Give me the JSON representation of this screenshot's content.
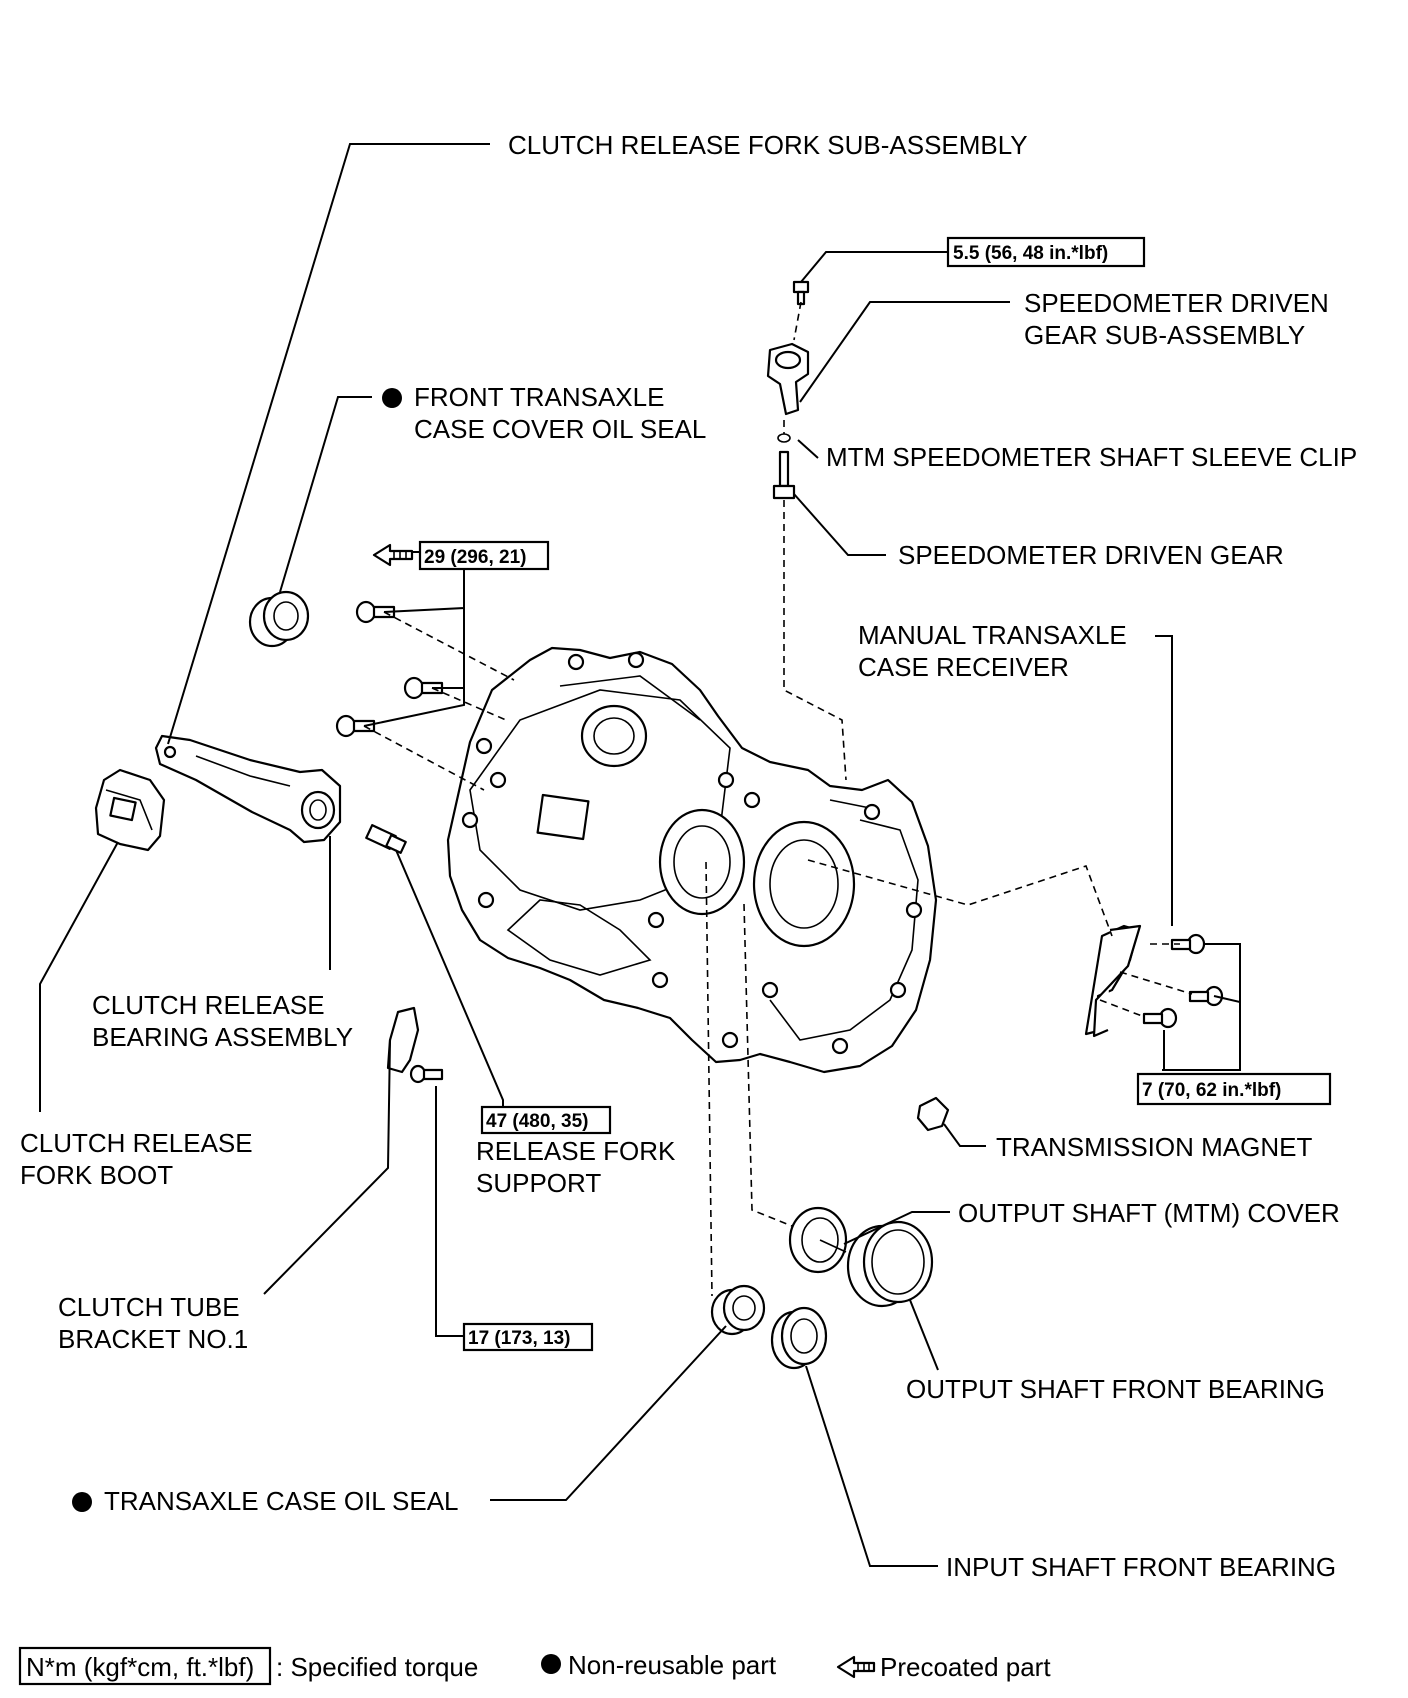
{
  "labels": {
    "clutch_release_fork_sub_assembly": "CLUTCH RELEASE FORK SUB-ASSEMBLY",
    "speedometer_driven_gear_sub_assembly_1": "SPEEDOMETER DRIVEN",
    "speedometer_driven_gear_sub_assembly_2": "GEAR SUB-ASSEMBLY",
    "front_transaxle_case_cover_oil_seal_1": "FRONT TRANSAXLE",
    "front_transaxle_case_cover_oil_seal_2": "CASE COVER OIL SEAL",
    "mtm_speedometer_shaft_sleeve_clip": "MTM SPEEDOMETER SHAFT SLEEVE CLIP",
    "speedometer_driven_gear": "SPEEDOMETER DRIVEN GEAR",
    "manual_transaxle_case_receiver_1": "MANUAL TRANSAXLE",
    "manual_transaxle_case_receiver_2": "CASE RECEIVER",
    "clutch_release_bearing_assembly_1": "CLUTCH RELEASE",
    "clutch_release_bearing_assembly_2": "BEARING ASSEMBLY",
    "clutch_release_fork_boot_1": "CLUTCH RELEASE",
    "clutch_release_fork_boot_2": "FORK BOOT",
    "release_fork_support_1": "RELEASE FORK",
    "release_fork_support_2": "SUPPORT",
    "transmission_magnet": "TRANSMISSION MAGNET",
    "output_shaft_mtm_cover": "OUTPUT SHAFT (MTM) COVER",
    "clutch_tube_bracket_no1_1": "CLUTCH TUBE",
    "clutch_tube_bracket_no1_2": "BRACKET NO.1",
    "output_shaft_front_bearing": "OUTPUT SHAFT FRONT BEARING",
    "transaxle_case_oil_seal": "TRANSAXLE CASE OIL SEAL",
    "input_shaft_front_bearing": "INPUT SHAFT FRONT BEARING"
  },
  "torques": {
    "speedometer_bolt": "5.5 (56, 48 in.*lbf)",
    "case_bolts": "29 (296, 21)",
    "receiver_bolts": "7 (70, 62 in.*lbf)",
    "release_fork_support": "47 (480, 35)",
    "clutch_tube_bracket_bolt": "17 (173, 13)"
  },
  "legend": {
    "torque_box": "N*m (kgf*cm, ft.*lbf)",
    "torque_desc": ": Specified torque",
    "non_reusable": "Non-reusable part",
    "precoated": "Precoated part"
  }
}
